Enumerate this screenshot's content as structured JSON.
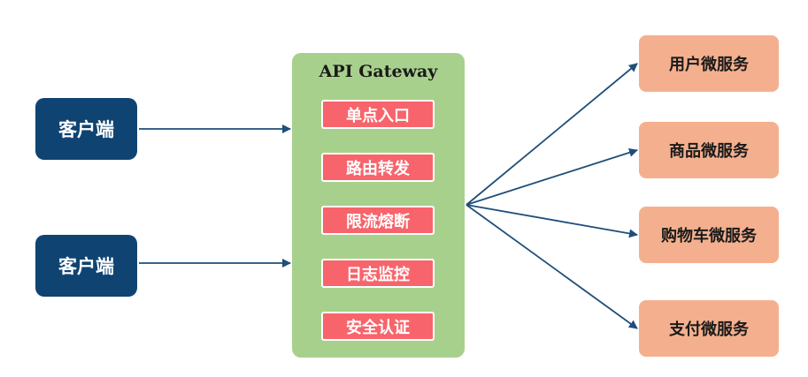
{
  "clients": [
    {
      "label": "客户端"
    },
    {
      "label": "客户端"
    }
  ],
  "gateway": {
    "title": "API Gateway",
    "features": [
      {
        "label": "单点入口"
      },
      {
        "label": "路由转发"
      },
      {
        "label": "限流熔断"
      },
      {
        "label": "日志监控"
      },
      {
        "label": "安全认证"
      }
    ]
  },
  "services": [
    {
      "label": "用户微服务"
    },
    {
      "label": "商品微服务"
    },
    {
      "label": "购物车微服务"
    },
    {
      "label": "支付微服务"
    }
  ],
  "colors": {
    "client_bg": "#0f4472",
    "gateway_bg": "#a8d08d",
    "feature_bg": "#f8646b",
    "service_bg": "#f4b08e",
    "arrow": "#1f4e79"
  }
}
